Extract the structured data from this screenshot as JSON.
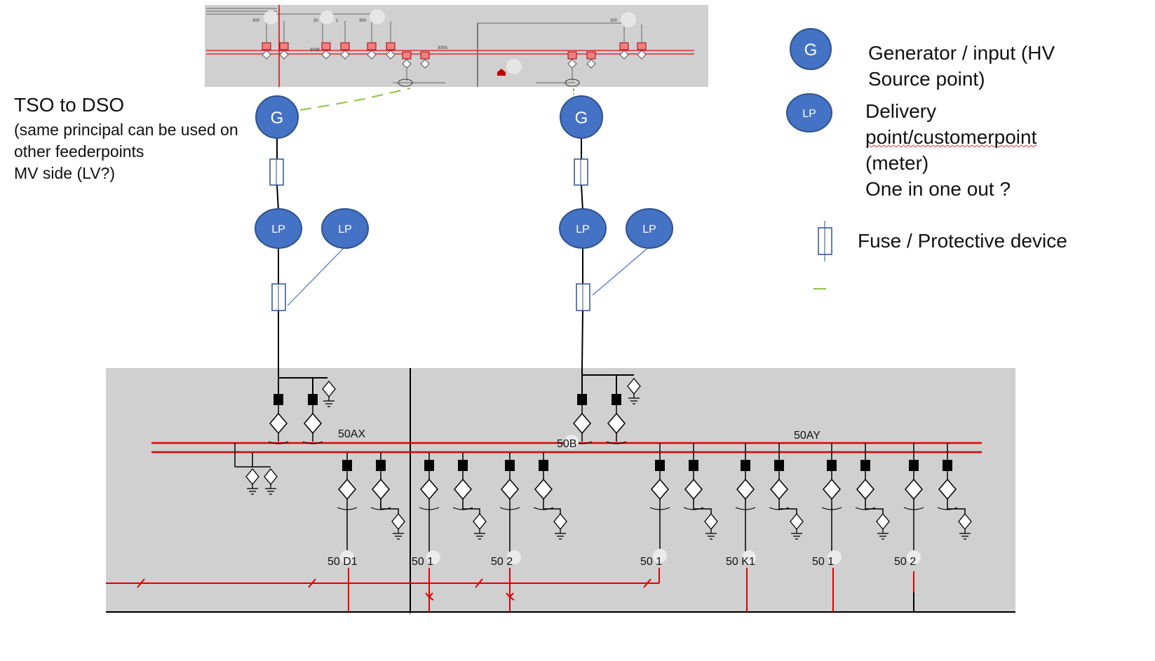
{
  "colors": {
    "node_fill": "#4472c4",
    "node_stroke": "#2f528f",
    "schematic_bg": "#d0d0d0",
    "busbar_red": "#e00000",
    "link_green": "#8cc63f",
    "link_blue": "#4472c4"
  },
  "note": {
    "title": "TSO to DSO",
    "lines": [
      "(same principal can be used on",
      "other feederpoints",
      "MV side (LV?)"
    ]
  },
  "legend": {
    "generator": {
      "symbol": "G",
      "lines": [
        "Generator / input (HV",
        "Source point)"
      ]
    },
    "delivery": {
      "symbol": "LP",
      "lines": [
        "Delivery",
        "point/customerpoint",
        "(meter)",
        "One in one out ?"
      ]
    },
    "fuse": {
      "lines": [
        "Fuse / Protective device"
      ]
    }
  },
  "nodes": {
    "generator_left": "G",
    "generator_right": "G",
    "lp_left_main": "LP",
    "lp_left_side": "LP",
    "lp_right_main": "LP",
    "lp_right_side": "LP"
  },
  "top_schematic": {
    "labels": [
      "300",
      "30",
      "1",
      "300",
      "300B",
      "300A",
      "300"
    ]
  },
  "bottom_schematic": {
    "bus_labels": [
      "50AX",
      "50B",
      "50AY"
    ],
    "feeder_labels": [
      "50 D1",
      "50 1",
      "50 2",
      "50 1",
      "50 K1",
      "50 1",
      "50 2"
    ]
  }
}
